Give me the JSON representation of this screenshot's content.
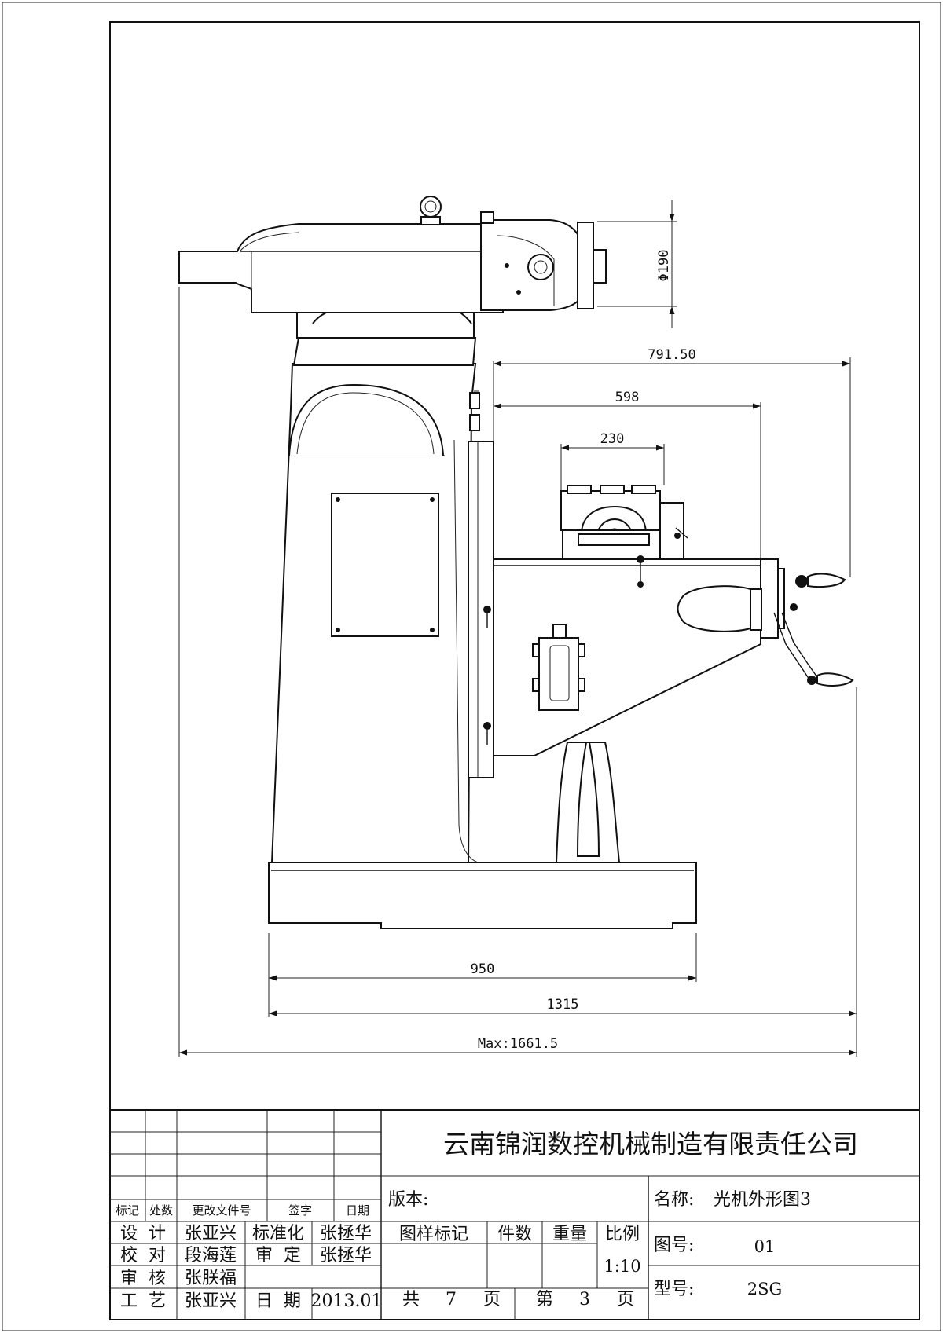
{
  "dimensions": {
    "diameter_head": "Φ190",
    "length_791": "791.50",
    "length_598": "598",
    "length_230": "230",
    "length_950": "950",
    "length_1315": "1315",
    "length_max": "Max:1661.5"
  },
  "title_block": {
    "company": "云南锦润数控机械制造有限责任公司",
    "revision_headers": {
      "mark": "标记",
      "zone": "处数",
      "change_doc": "更改文件号",
      "signature": "签字",
      "date": "日期"
    },
    "people": {
      "design_label": "设  计",
      "design_name": "张亚兴",
      "standard_label": "标准化",
      "standard_name": "张拯华",
      "check_label": "校  对",
      "check_name": "段海莲",
      "approve_label": "审  定",
      "approve_name": "张拯华",
      "review_label": "审  核",
      "review_name": "张朕福",
      "process_label": "工  艺",
      "process_name": "张亚兴",
      "date_label": "日  期",
      "date_value": "2013.01"
    },
    "version_label": "版本:",
    "stage_mark_label": "图样标记",
    "quantity_label": "件数",
    "weight_label": "重量",
    "scale_label": "比例",
    "scale_value": "1:10",
    "total_label": "共",
    "total_pages": "7",
    "page_unit": "页",
    "sheet_label": "第",
    "sheet_no": "3",
    "sheet_unit": "页",
    "name_label": "名称:",
    "name_value": "光机外形图3",
    "drawing_no_label": "图号:",
    "drawing_no_value": "01",
    "model_label": "型号:",
    "model_value": "2SG"
  }
}
